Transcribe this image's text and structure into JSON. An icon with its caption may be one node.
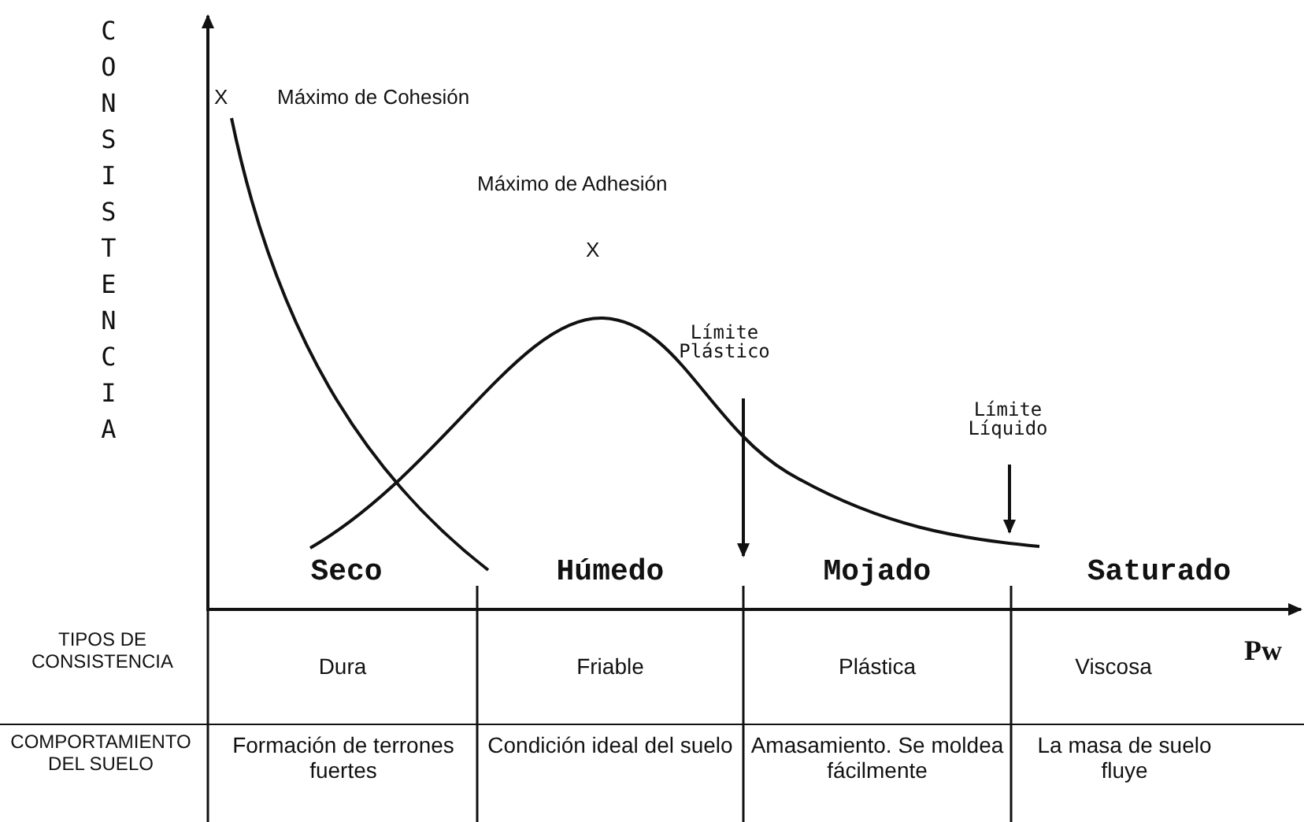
{
  "diagram": {
    "labels": [
      "CONSISTENCIA",
      "X",
      "Máximo de Cohesión",
      "Máximo de Adhesión",
      "X",
      "Límite Plástico",
      "Límite Líquido",
      "Seco",
      "Húmedo",
      "Mojado",
      "Saturado",
      "TIPOS DE CONSISTENCIA",
      "Dura",
      "Friable",
      "Plástica",
      "Viscosa",
      "Pw",
      "COMPORTAMIENTO DEL SUELO",
      "Formación de terrones fuertes",
      "Condición ideal del suelo",
      "Amasamiento. Se moldea fácilmente",
      "La masa de suelo fluye"
    ]
  }
}
